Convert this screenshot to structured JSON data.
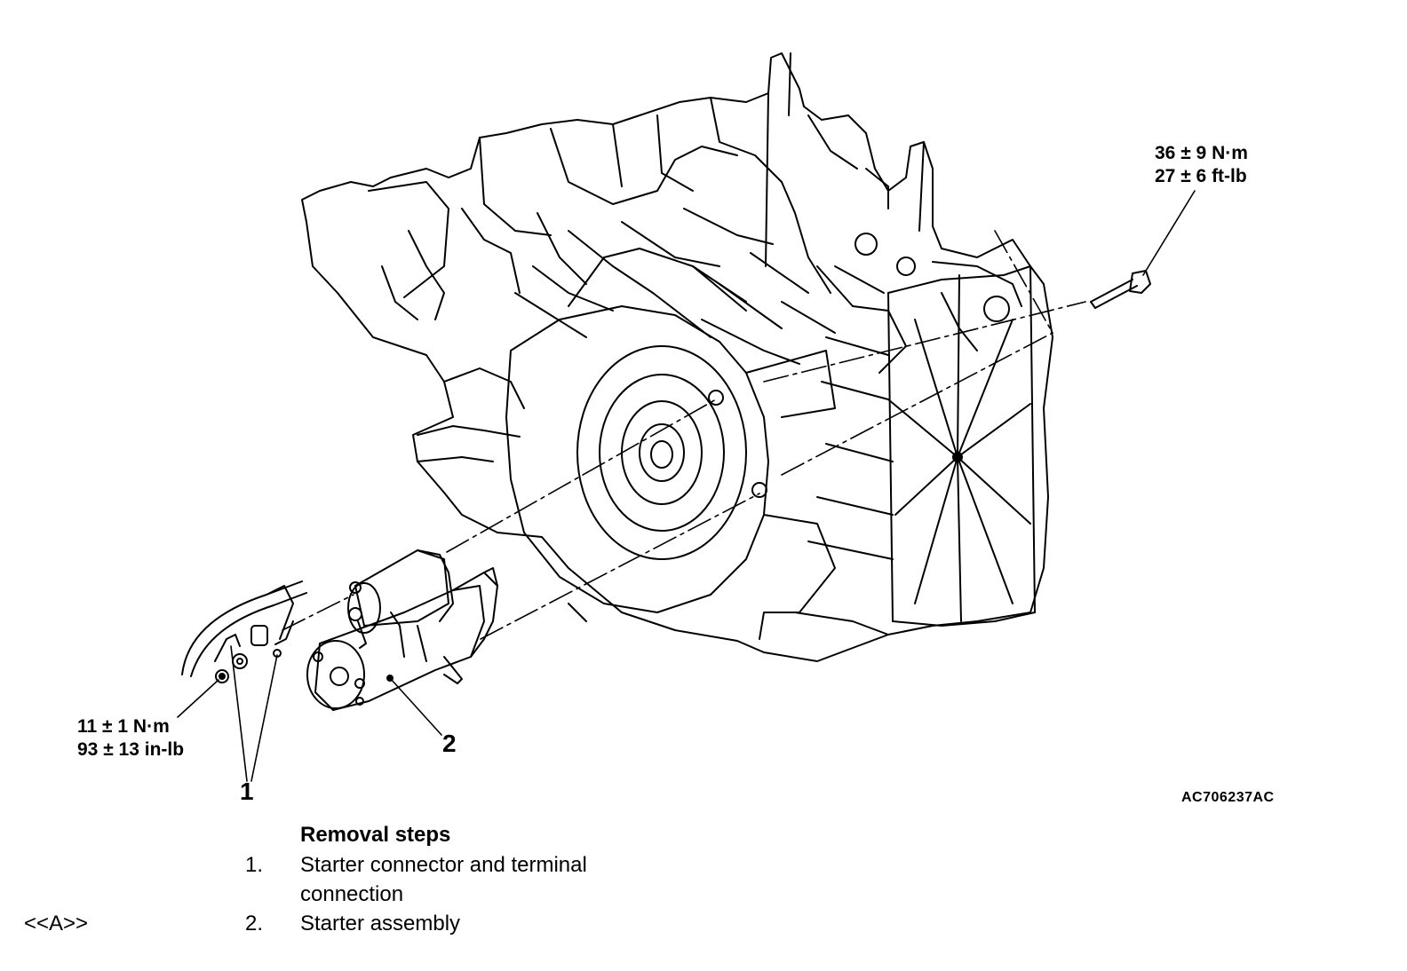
{
  "torque_bolt": {
    "nm": "36 ± 9 N·m",
    "imperial": "27 ± 6 ft-lb"
  },
  "torque_nut": {
    "nm": "11 ± 1 N·m",
    "imperial": "93 ± 13 in-lb"
  },
  "callouts": {
    "c1": "1",
    "c2": "2"
  },
  "figure_id": "AC706237AC",
  "removal": {
    "heading": "Removal steps",
    "note": "<<A>>",
    "steps": [
      {
        "num": "1.",
        "line1": "Starter connector and terminal",
        "line2": "connection"
      },
      {
        "num": "2.",
        "line1": "Starter assembly"
      }
    ]
  }
}
